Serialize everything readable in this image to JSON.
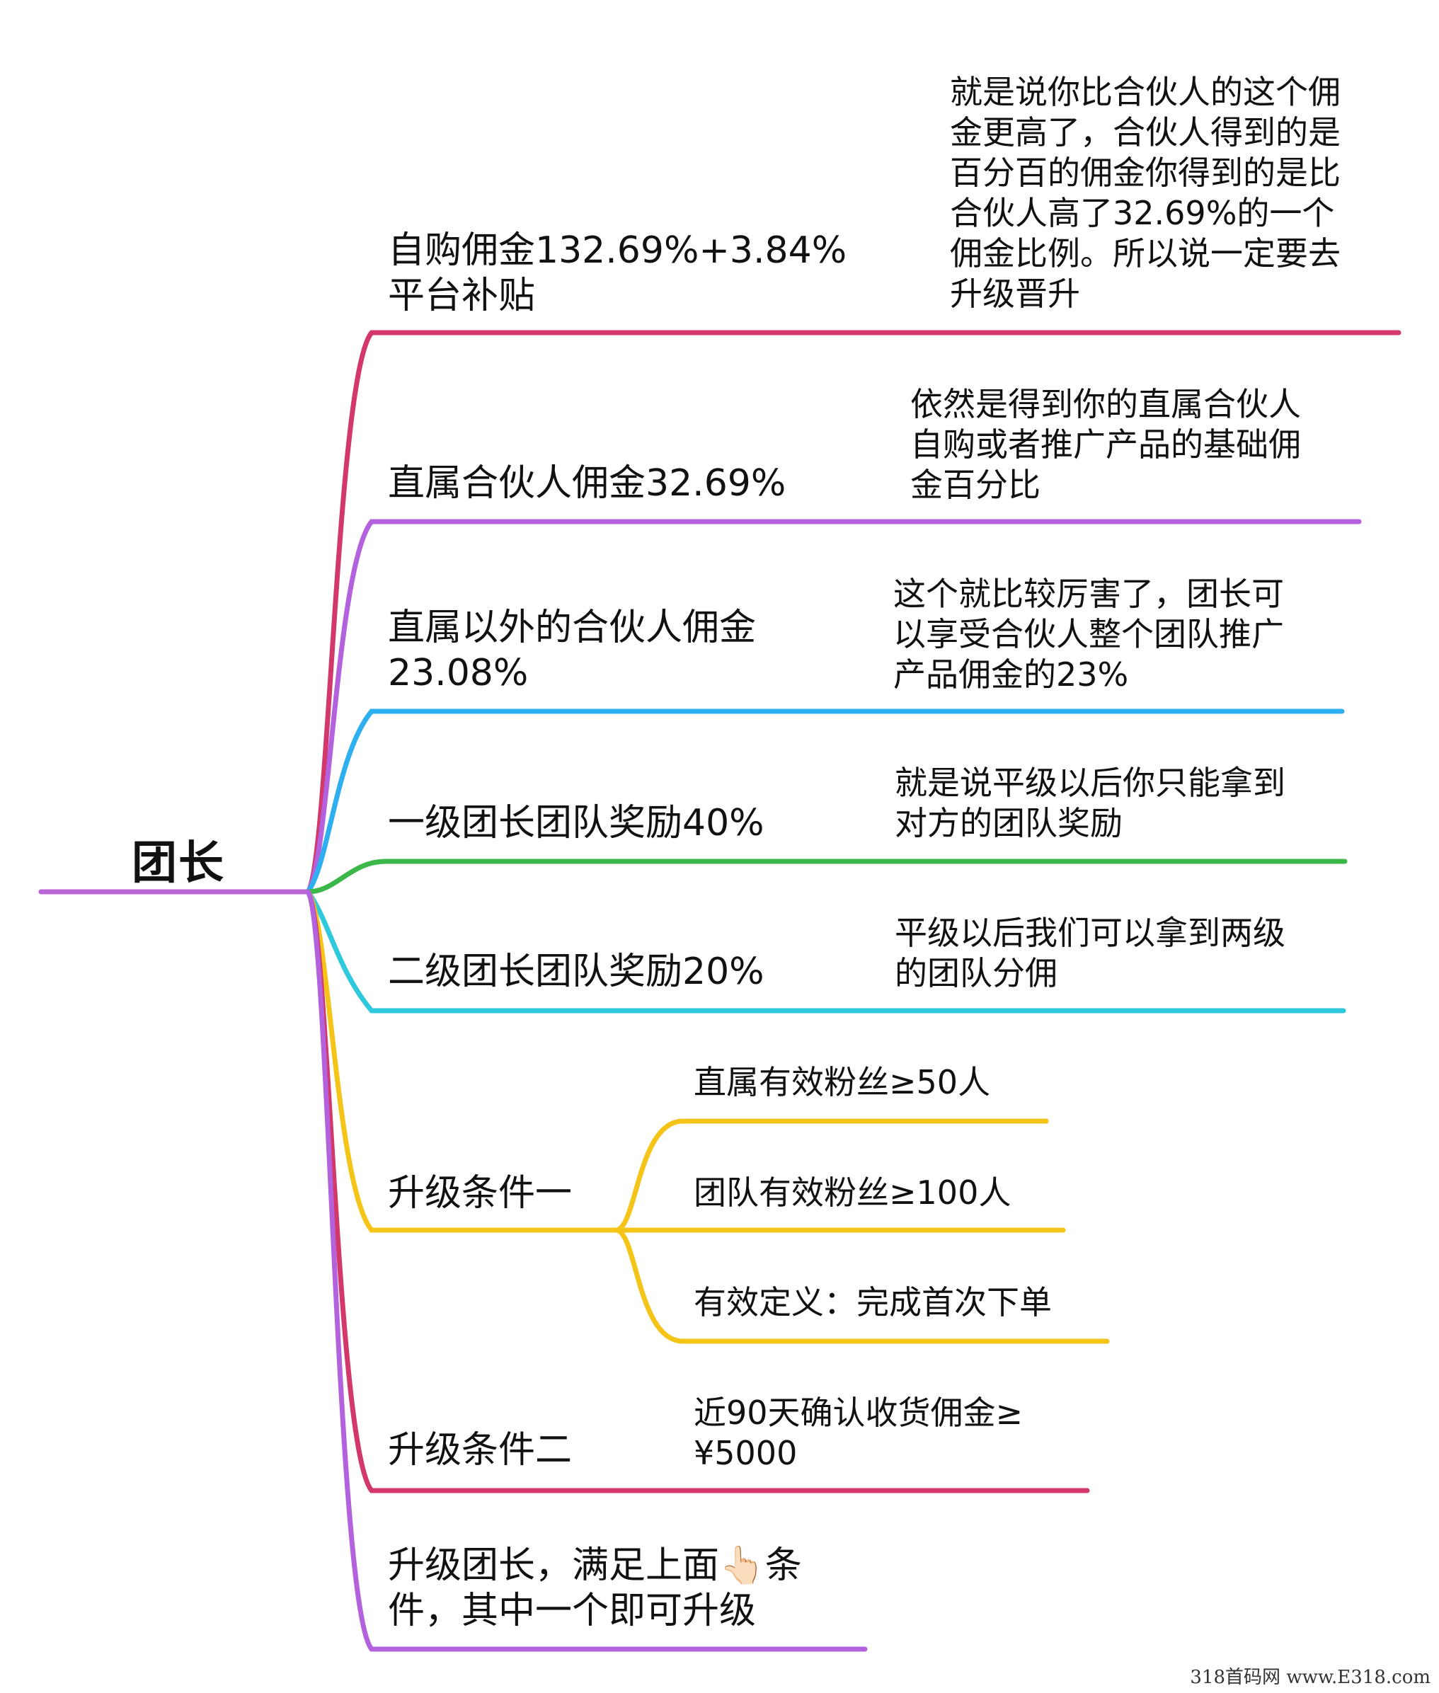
{
  "root": {
    "label": "团长"
  },
  "colors": {
    "root_line": "#b865d6",
    "b1": "#d2386a",
    "b2": "#b361dd",
    "b3": "#2eaff0",
    "b4": "#3cb84a",
    "b5": "#2ec9dc",
    "b6": "#f5c418",
    "b7": "#d2386a",
    "b8": "#b361dd"
  },
  "branches": [
    {
      "label": "自购佣金132.69%+3.84%\n平台补贴",
      "note": "就是说你比合伙人的这个佣\n金更高了，合伙人得到的是\n百分百的佣金你得到的是比\n合伙人高了32.69%的一个\n佣金比例。所以说一定要去\n升级晋升"
    },
    {
      "label": "直属合伙人佣金32.69%",
      "note": "依然是得到你的直属合伙人\n自购或者推广产品的基础佣\n金百分比"
    },
    {
      "label": "直属以外的合伙人佣金\n23.08%",
      "note": "这个就比较厉害了，团长可\n以享受合伙人整个团队推广\n产品佣金的23%"
    },
    {
      "label": "一级团长团队奖励40%",
      "note": "就是说平级以后你只能拿到\n对方的团队奖励"
    },
    {
      "label": "二级团长团队奖励20%",
      "note": "平级以后我们可以拿到两级\n的团队分佣"
    },
    {
      "label": "升级条件一",
      "children": [
        "直属有效粉丝≥50人",
        "团队有效粉丝≥100人",
        "有效定义：完成首次下单"
      ]
    },
    {
      "label": "升级条件二",
      "note": "近90天确认收货佣金≥\n¥5000"
    },
    {
      "label": "升级团长，满足上面👆🏻条\n件，其中一个即可升级"
    }
  ],
  "watermark": "318首码网 www.E318.com"
}
